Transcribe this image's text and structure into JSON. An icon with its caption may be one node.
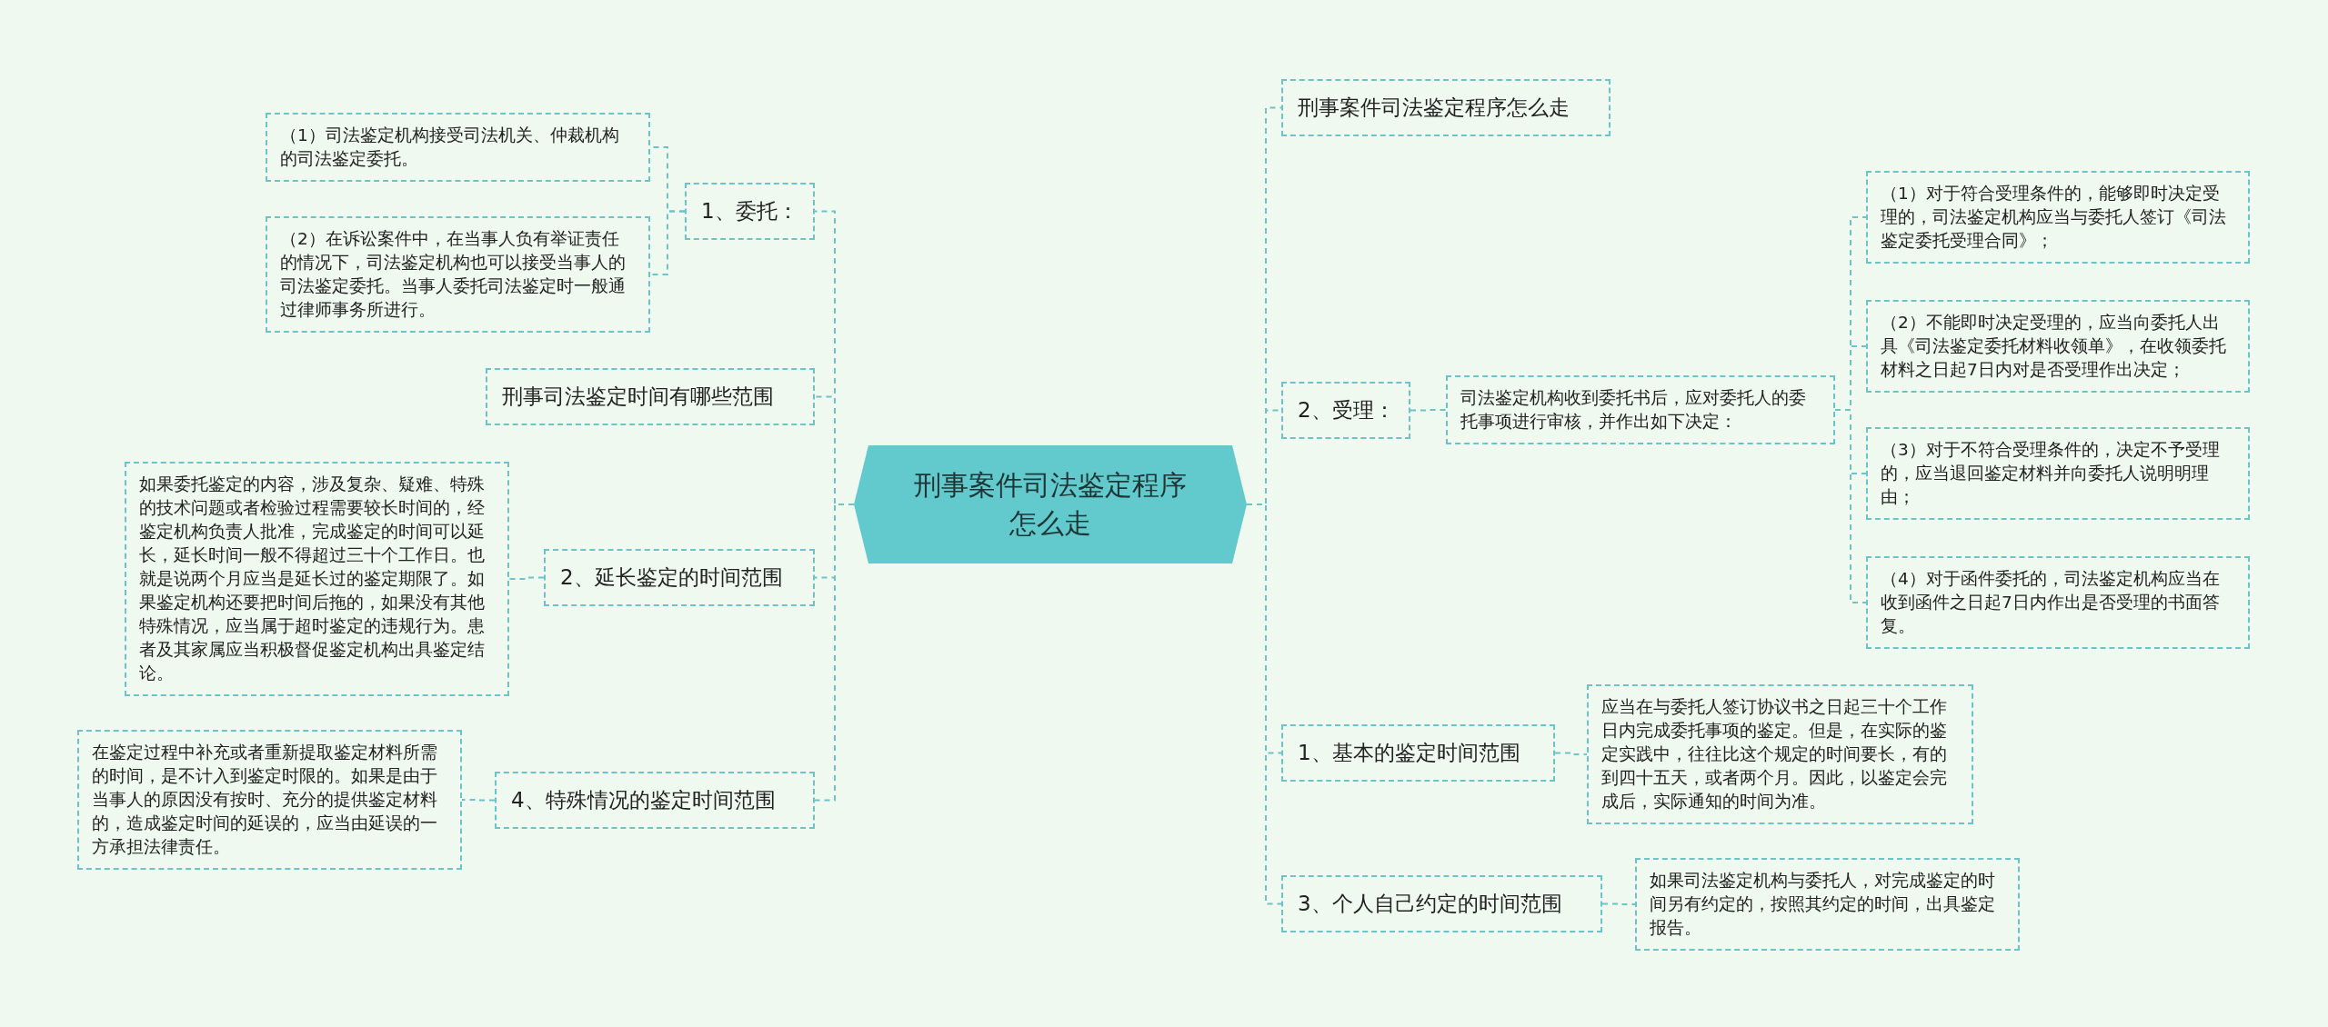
{
  "diagram": {
    "nodes": [
      {
        "text": [
          "刑事案件司法鉴定程序怎么走"
        ]
      },
      {
        "text": [
          "1、委托："
        ]
      },
      {
        "text": [
          "（1）司法鉴定机构接受司法机关、仲裁机构的司法鉴定委托。"
        ]
      },
      {
        "text": [
          "（2）在诉讼案件中，在当事人负有举证责任的情况下，司法鉴定机构也可以接受当事人的司法鉴定委托。当事人委托司法鉴定时一般通过律师事务所进行。"
        ]
      },
      {
        "text": [
          "刑事司法鉴定时间有哪些范围"
        ]
      },
      {
        "text": [
          "2、延长鉴定的时间范围"
        ]
      },
      {
        "text": [
          "如果委托鉴定的内容，涉及复杂、疑难、特殊的技术问题或者检验过程需要较长时间的，经鉴定机构负责人批准，完成鉴定的时间可以延长，延长时间一般不得超过三十个工作日。也就是说两个月应当是延长过的鉴定期限了。如果鉴定机构还要把时间后拖的，如果没有其他特殊情况，应当属于超时鉴定的违规行为。患者及其家属应当积极督促鉴定机构出具鉴定结论。"
        ]
      },
      {
        "text": [
          "4、特殊情况的鉴定时间范围"
        ]
      },
      {
        "text": [
          "在鉴定过程中补充或者重新提取鉴定材料所需的时间，是不计入到鉴定时限的。如果是由于当事人的原因没有按时、充分的提供鉴定材料的，造成鉴定时间的延误的，应当由延误的一方承担法律责任。"
        ]
      },
      {
        "text": [
          "刑事案件司法鉴定程序怎么走"
        ]
      },
      {
        "text": [
          "2、受理："
        ]
      },
      {
        "text": [
          "司法鉴定机构收到委托书后，应对委托人的委托事项进行审核，并作出如下决定："
        ]
      },
      {
        "text": [
          "（1）对于符合受理条件的，能够即时决定受理的，司法鉴定机构应当与委托人签订《司法鉴定委托受理合同》；"
        ]
      },
      {
        "text": [
          "（2）不能即时决定受理的，应当向委托人出具《司法鉴定委托材料收领单》，在收领委托材料之日起7日内对是否受理作出决定；"
        ]
      },
      {
        "text": [
          "（3）对于不符合受理条件的，决定不予受理的，应当退回鉴定材料并向委托人说明明理由；"
        ]
      },
      {
        "text": [
          "（4）对于函件委托的，司法鉴定机构应当在收到函件之日起7日内作出是否受理的书面答复。"
        ]
      },
      {
        "text": [
          "1、基本的鉴定时间范围"
        ]
      },
      {
        "text": [
          "应当在与委托人签订协议书之日起三十个工作日内完成委托事项的鉴定。但是，在实际的鉴定实践中，往往比这个规定的时间要长，有的到四十五天，或者两个月。因此，以鉴定会完成后，实际通知的时间为准。"
        ]
      },
      {
        "text": [
          "3、个人自己约定的时间范围"
        ]
      },
      {
        "text": [
          "如果司法鉴定机构与委托人，对完成鉴定的时间另有约定的，按照其约定的时间，出具鉴定报告。"
        ]
      }
    ],
    "edges": [
      {
        "from": 0,
        "to": 1,
        "arrow": "none",
        "style": "dashed"
      },
      {
        "from": 1,
        "to": 2,
        "arrow": "none",
        "style": "dashed"
      },
      {
        "from": 1,
        "to": 3,
        "arrow": "none",
        "style": "dashed"
      },
      {
        "from": 0,
        "to": 4,
        "arrow": "none",
        "style": "dashed"
      },
      {
        "from": 0,
        "to": 5,
        "arrow": "none",
        "style": "dashed"
      },
      {
        "from": 5,
        "to": 6,
        "arrow": "none",
        "style": "dashed"
      },
      {
        "from": 0,
        "to": 7,
        "arrow": "none",
        "style": "dashed"
      },
      {
        "from": 7,
        "to": 8,
        "arrow": "none",
        "style": "dashed"
      },
      {
        "from": 0,
        "to": 9,
        "arrow": "none",
        "style": "dashed"
      },
      {
        "from": 0,
        "to": 10,
        "arrow": "none",
        "style": "dashed"
      },
      {
        "from": 10,
        "to": 11,
        "arrow": "none",
        "style": "dashed"
      },
      {
        "from": 11,
        "to": 12,
        "arrow": "none",
        "style": "dashed"
      },
      {
        "from": 11,
        "to": 13,
        "arrow": "none",
        "style": "dashed"
      },
      {
        "from": 11,
        "to": 14,
        "arrow": "none",
        "style": "dashed"
      },
      {
        "from": 11,
        "to": 15,
        "arrow": "none",
        "style": "dashed"
      },
      {
        "from": 0,
        "to": 16,
        "arrow": "none",
        "style": "dashed"
      },
      {
        "from": 16,
        "to": 17,
        "arrow": "none",
        "style": "dashed"
      },
      {
        "from": 0,
        "to": 18,
        "arrow": "none",
        "style": "dashed"
      },
      {
        "from": 18,
        "to": 19,
        "arrow": "none",
        "style": "dashed"
      }
    ]
  }
}
